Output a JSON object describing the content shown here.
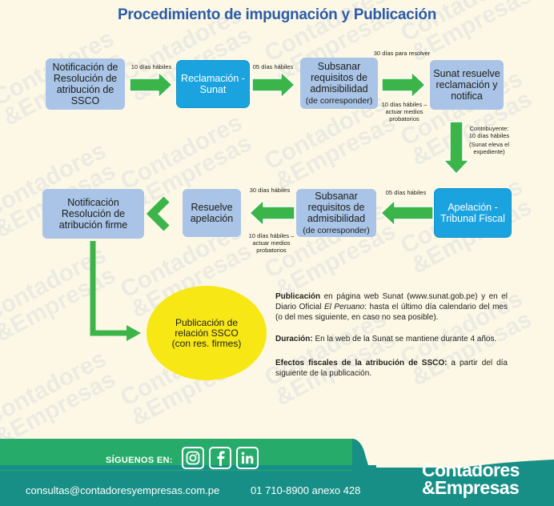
{
  "title": "Procedimiento de impugnación y Publicación",
  "watermark_text": "Contadores\n&Empresas",
  "steps": {
    "notificacion_resolucion": "Notificación de Resolución de atribución de SSCO",
    "reclamacion": "Reclamación - Sunat",
    "subsanar_1": "Subsanar requisitos de admisibilidad",
    "subsanar_1_sub": "(de corresponder)",
    "sunat_resuelve": "Sunat resuelve reclamación y notifica",
    "apelacion": "Apelación - Tribunal Fiscal",
    "subsanar_2": "Subsanar requisitos de admisibilidad",
    "subsanar_2_sub": "(de corresponder)",
    "resuelve_apelacion": "Resuelve apelación",
    "notificacion_firme": "Notificación Resolución de atribución firme",
    "publicacion": "Publicación de relación SSCO (con res. firmes)"
  },
  "labels": {
    "diez_dias_1": "10 días hábiles",
    "cinco_dias_1": "05 días hábiles",
    "treinta_dias_1": "30 días para resolver",
    "diez_dias_medios_1": "10 días hábiles – actuar medios probatorios",
    "contribuyente": "Contribuyente: 10 días hábiles",
    "sunat_eleva": "(Sunat eleva el expediente)",
    "cinco_dias_2": "05 días hábiles",
    "treinta_dias_2": "30 días hábiles",
    "diez_dias_medios_2": "10 días hábiles – actuar medios probatorios"
  },
  "info": {
    "publicacion_label": "Publicación",
    "publicacion_text_1": " en página web Sunat (www.sunat.gob.pe) y en el Diario Oficial ",
    "publicacion_diario": "El Peruano",
    "publicacion_text_2": ": hasta el último día calendario del mes (o del mes siguiente, en caso no sea posible).",
    "duracion_label": "Duración:",
    "duracion_text": " En la web de la Sunat se mantiene durante 4 años.",
    "efectos_label": "Efectos fiscales de la atribución de SSCO:",
    "efectos_text": " a partir del día siguiente de la publicación."
  },
  "footer": {
    "follow_label": "SÍGUENOS EN:",
    "email": "consultas@contadoresyempresas.com.pe",
    "phone": "01 710-8900 anexo 428",
    "brand_line1": "Contadores",
    "brand_line2": "&Empresas"
  },
  "icons": {
    "instagram": "instagram-icon",
    "facebook": "facebook-icon",
    "linkedin": "linkedin-icon"
  },
  "colors": {
    "title": "#2b5ca8",
    "box_light": "#a9c4e6",
    "box_dark": "#1aa3df",
    "arrow_green": "#3bb54a",
    "ellipse_yellow": "#f7e715",
    "footer_teal": "#178f86",
    "footer_green": "#27ab6b",
    "background": "#fdf8e6"
  }
}
